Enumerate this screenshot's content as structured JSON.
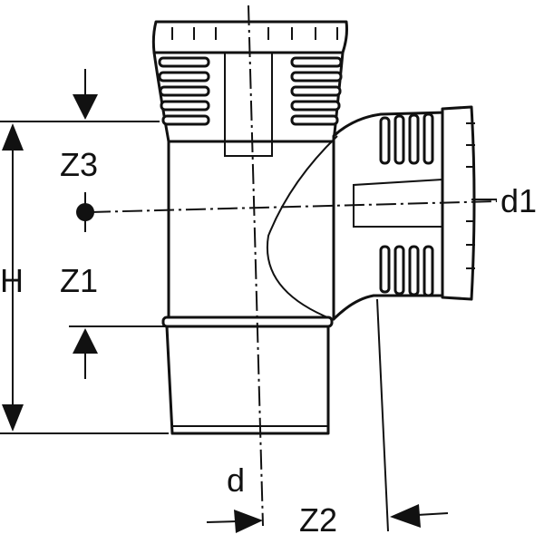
{
  "labels": {
    "z3": "Z3",
    "z1": "Z1",
    "h": "H",
    "d1": "d1",
    "d": "d",
    "z2": "Z2"
  }
}
